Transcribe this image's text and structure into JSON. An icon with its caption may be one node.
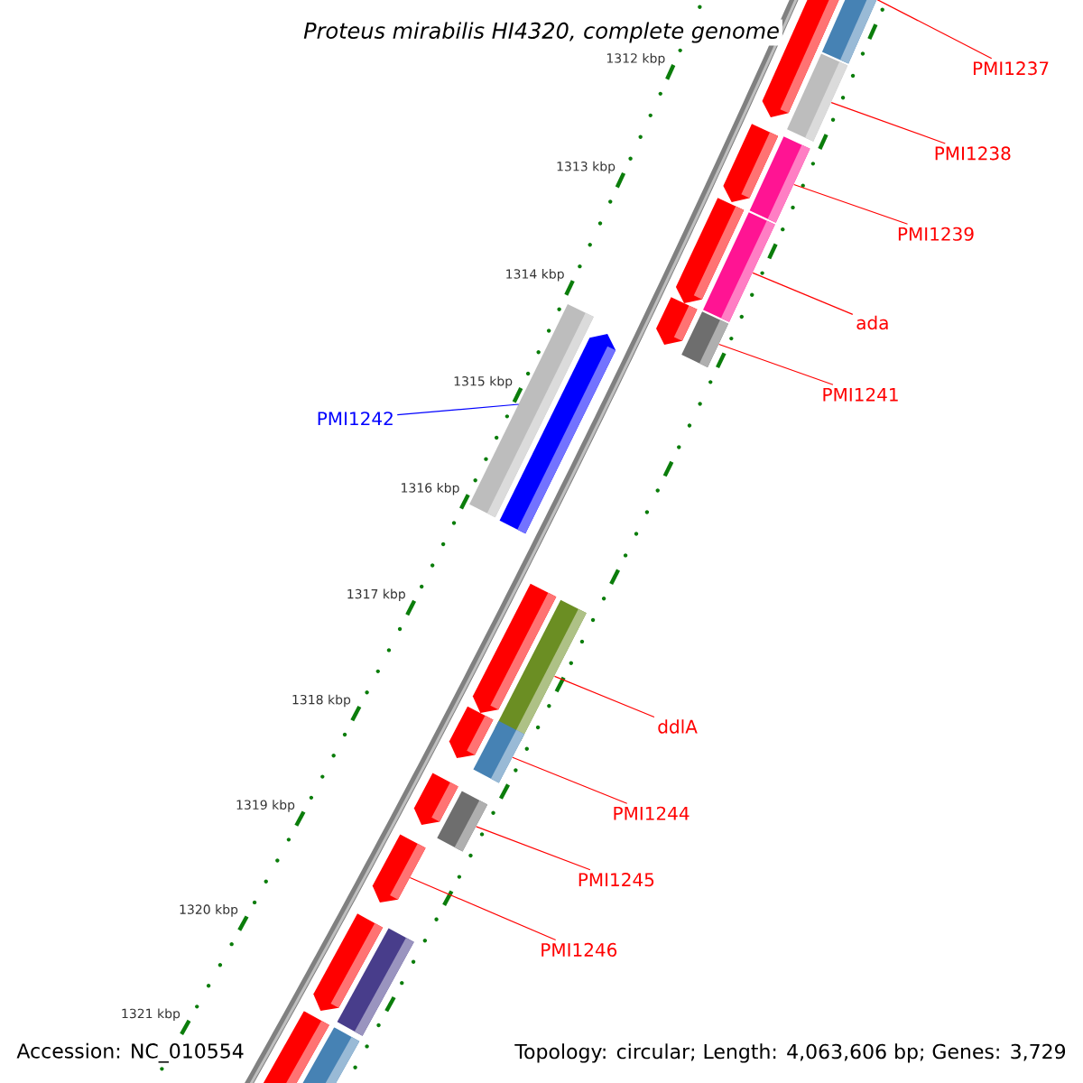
{
  "diagram": {
    "title": "Proteus mirabilis HI4320, complete genome",
    "nodes": [
      {
        "text": [
          "PMI1237"
        ]
      },
      {
        "text": [
          "PMI1238"
        ]
      },
      {
        "text": [
          "PMI1239"
        ]
      },
      {
        "text": [
          "ada"
        ]
      },
      {
        "text": [
          "PMI1241"
        ]
      },
      {
        "text": [
          "PMI1242"
        ]
      },
      {
        "text": [
          "ddlA"
        ]
      },
      {
        "text": [
          "PMI1244"
        ]
      },
      {
        "text": [
          "PMI1245"
        ]
      },
      {
        "text": [
          "PMI1246"
        ]
      },
      {
        "text": [],
        "shape": "bar"
      },
      {
        "text": [],
        "shape": "bar"
      },
      {
        "text": [],
        "shape": "bar"
      },
      {
        "text": [],
        "shape": "bar"
      },
      {
        "text": [],
        "shape": "bar"
      },
      {
        "text": [],
        "shape": "bar"
      },
      {
        "text": [],
        "shape": "bar"
      },
      {
        "text": [],
        "shape": "bar"
      },
      {
        "text": [],
        "shape": "bar"
      },
      {
        "text": [],
        "shape": "arrow"
      }
    ],
    "edges": [
      {
        "from": 0,
        "to": 10,
        "arrow": "none"
      },
      {
        "from": 1,
        "to": 11,
        "arrow": "none"
      },
      {
        "from": 2,
        "to": 12,
        "arrow": "none"
      },
      {
        "from": 3,
        "to": 13,
        "arrow": "none"
      },
      {
        "from": 4,
        "to": 14,
        "arrow": "none"
      },
      {
        "from": 5,
        "to": 15,
        "arrow": "none",
        "color": "#0000ff"
      },
      {
        "from": 6,
        "to": 16,
        "arrow": "none"
      },
      {
        "from": 7,
        "to": 17,
        "arrow": "none"
      },
      {
        "from": 8,
        "to": 18,
        "arrow": "none"
      },
      {
        "from": 9,
        "to": 19,
        "arrow": "none"
      }
    ],
    "labels": [
      "1312 kbp",
      "1313 kbp",
      "1314 kbp",
      "1315 kbp",
      "1316 kbp",
      "1317 kbp",
      "1318 kbp",
      "1319 kbp",
      "1320 kbp",
      "1321 kbp",
      "Accession: NC_010554",
      "Topology: circular; Length: 4,063,606 bp; Genes: 3,729"
    ]
  }
}
